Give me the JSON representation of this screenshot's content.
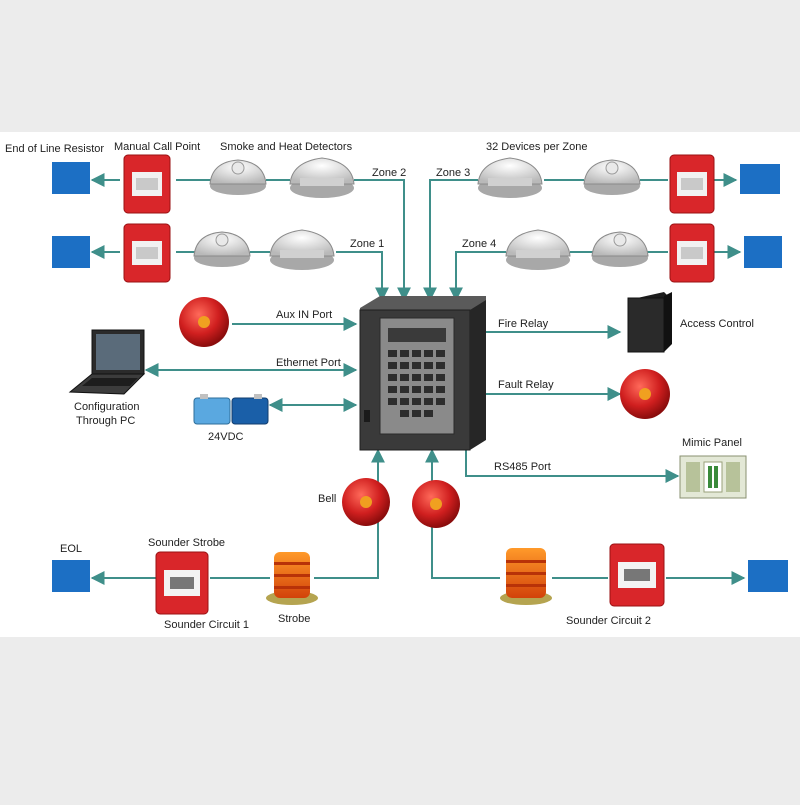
{
  "labels": {
    "end_of_line_resistor": "End of Line Resistor",
    "manual_call_point": "Manual Call Point",
    "smoke_heat_detectors": "Smoke and Heat Detectors",
    "devices_per_zone": "32 Devices per Zone",
    "zone1": "Zone 1",
    "zone2": "Zone 2",
    "zone3": "Zone 3",
    "zone4": "Zone 4",
    "aux_in_port": "Aux IN Port",
    "ethernet_port": "Ethernet Port",
    "config_line1": "Configuration",
    "config_line2": "Through PC",
    "vdc": "24VDC",
    "fire_relay": "Fire Relay",
    "access_control": "Access Control",
    "fault_relay": "Fault Relay",
    "rs485_port": "RS485 Port",
    "mimic_panel": "Mimic Panel",
    "bell": "Bell",
    "eol": "EOL",
    "sounder_strobe": "Sounder Strobe",
    "sounder_circuit1": "Sounder Circuit 1",
    "strobe": "Strobe",
    "sounder_circuit2": "Sounder Circuit 2"
  },
  "colors": {
    "connector": "#3f8f8a",
    "eol_box": "#1c6fc4",
    "red_device": "#d9262a",
    "panel": "#3a3a3a"
  }
}
